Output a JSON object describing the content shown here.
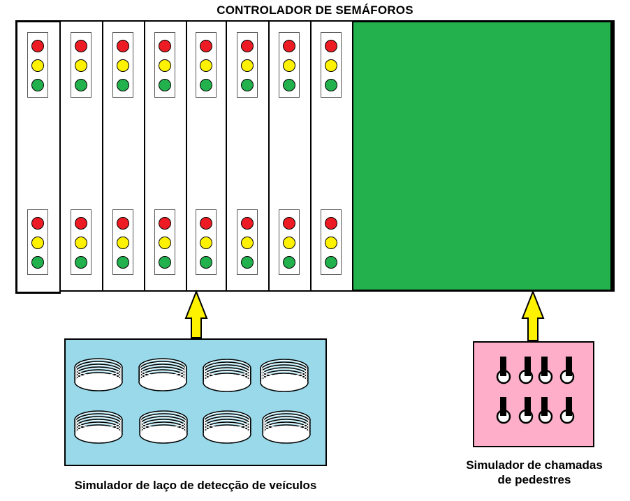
{
  "title": "CONTROLADOR DE SEMÁFOROS",
  "loop_simulator": {
    "label": "Simulador de laço de detecção de veículos",
    "coil_count": 8
  },
  "pedestrian_simulator": {
    "label_line1": "Simulador de chamadas",
    "label_line2": "de pedestres",
    "switch_count": 8
  },
  "controller": {
    "card_count": 8,
    "signals_per_card": 2,
    "lamp_colors": {
      "red": "#ed1c24",
      "yellow": "#fff200",
      "green": "#22b14c"
    }
  },
  "colors": {
    "panel_green": "#22b14c",
    "loop_box": "#99d9ea",
    "pedestrian_box": "#ffaec9",
    "arrow": "#fff200"
  }
}
